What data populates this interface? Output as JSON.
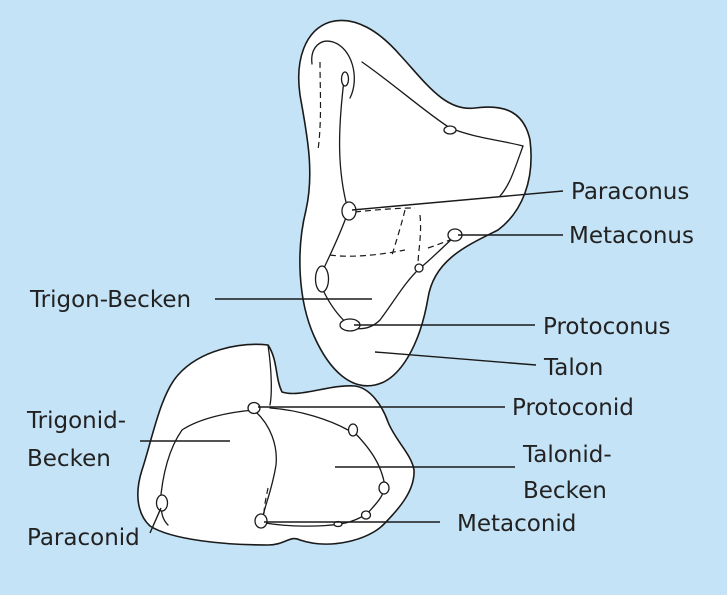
{
  "labels": {
    "paraconus": "Paraconus",
    "metaconus": "Metaconus",
    "trigon_becken": "Trigon-Becken",
    "protoconus": "Protoconus",
    "talon": "Talon",
    "protoconid": "Protoconid",
    "trigonid_becken_1": "Trigonid-",
    "trigonid_becken_2": "Becken",
    "talonid_becken_1": "Talonid-",
    "talonid_becken_2": "Becken",
    "paraconid": "Paraconid",
    "metaconid": "Metaconid"
  },
  "colors": {
    "background": "#c5e3f6",
    "outline": "#1a1a1a",
    "tooth_fill": "#ffffff"
  }
}
